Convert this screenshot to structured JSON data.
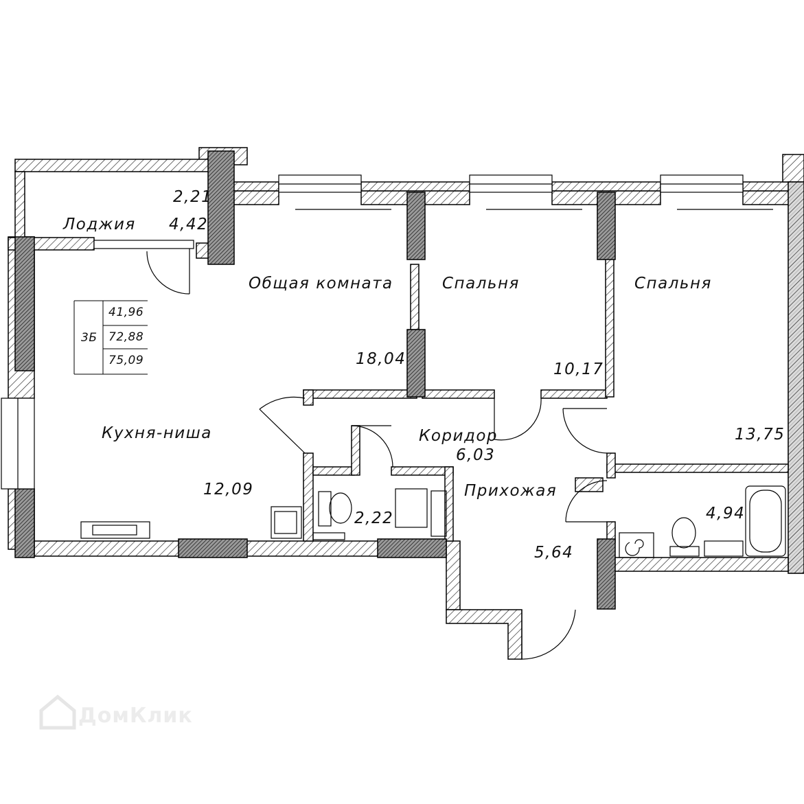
{
  "rooms": {
    "loggia": {
      "name": "Лоджия",
      "area_reduced": "2,21",
      "area": "4,42"
    },
    "living": {
      "name": "Общая комната",
      "area": "18,04"
    },
    "bedroom1": {
      "name": "Спальня",
      "area": "10,17"
    },
    "bedroom2": {
      "name": "Спальня",
      "area": "13,75"
    },
    "kitchen": {
      "name": "Кухня-ниша",
      "area": "12,09"
    },
    "corridor": {
      "name": "Коридор",
      "area": "6,03"
    },
    "hall": {
      "name": "Прихожая",
      "area": "5,64"
    },
    "wc": {
      "area": "2,22"
    },
    "bath": {
      "area": "4,94"
    }
  },
  "summary": {
    "apartment_type": "3Б",
    "living_area": "41,96",
    "total_area": "72,88",
    "total_area_with_loggia": "75,09"
  },
  "watermark": {
    "text": "ДомКлик",
    "icon": "house-logo-icon"
  }
}
